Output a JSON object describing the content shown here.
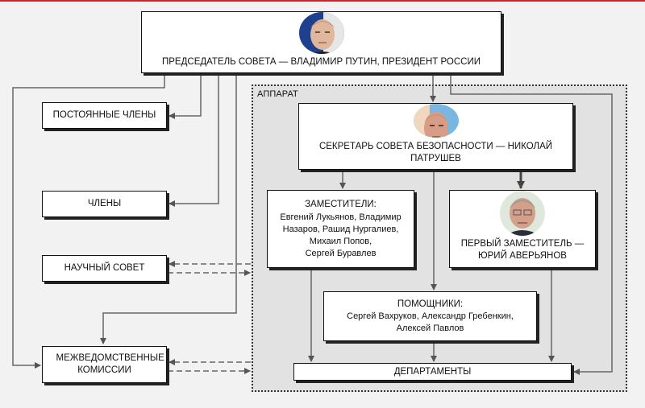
{
  "accent_color": "#d2232a",
  "chairman": {
    "caption": "ПРЕДСЕДАТЕЛЬ СОВЕТА — ВЛАДИМИР ПУТИН, ПРЕЗИДЕНТ РОССИИ",
    "photo": "portrait-photo"
  },
  "left_bodies": {
    "permanent_members": "ПОСТОЯННЫЕ ЧЛЕНЫ",
    "members": "ЧЛЕНЫ",
    "science_council": "НАУЧНЫЙ СОВЕТ",
    "interagency_commissions": "МЕЖВЕДОМСТВЕННЫЕ КОМИССИИ"
  },
  "apparatus": {
    "label": "АППАРАТ",
    "secretary": {
      "caption": "СЕКРЕТАРЬ СОВЕТА БЕЗОПАСНОСТИ — НИКОЛАЙ ПАТРУШЕВ",
      "photo": "portrait-photo"
    },
    "deputies": {
      "title": "ЗАМЕСТИТЕЛИ:",
      "names_lines": [
        "Евгений Лукьянов, Владимир",
        "Назаров, Рашид Нургалиев,",
        "Михаил Попов,",
        "Сергей Буравлев"
      ]
    },
    "first_deputy": {
      "caption_lines": [
        "ПЕРВЫЙ ЗАМЕСТИТЕЛЬ —",
        "ЮРИЙ АВЕРЬЯНОВ"
      ],
      "photo": "portrait-photo"
    },
    "assistants": {
      "title": "ПОМОЩНИКИ:",
      "names_lines": [
        "Сергей Вахруков, Александр Гребенкин,",
        "Алексей Павлов"
      ]
    },
    "departments": "ДЕПАРТАМЕНТЫ"
  }
}
